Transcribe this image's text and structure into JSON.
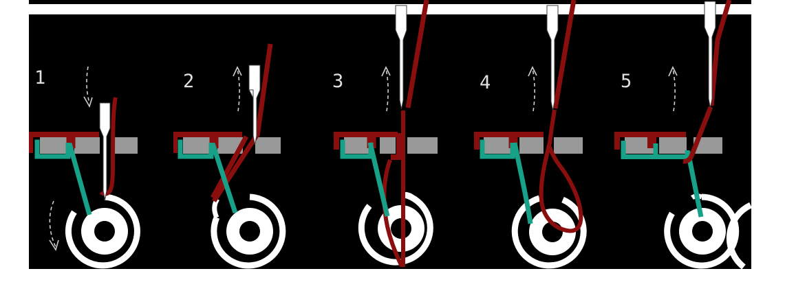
{
  "diagram": {
    "type": "filmstrip",
    "subject": "lockstitch stitch formation cycle",
    "background": "#000000",
    "page_background": "#ffffff",
    "colors": {
      "background": "#000000",
      "page_background": "#ffffff",
      "needle_thread": "#8B0E0E",
      "bobbin_thread": "#18A189",
      "fabric": "#999999",
      "needle_fill": "#ffffff",
      "needle_outline": "#3a3a3a",
      "hook_white": "#ffffff",
      "arrow": "#cfcfcf",
      "label": "#e0e0e0"
    },
    "panels": [
      {
        "label": "1",
        "arrow_direction": "down",
        "extra_arrow": "rotation-down"
      },
      {
        "label": "2",
        "arrow_direction": "up"
      },
      {
        "label": "3",
        "arrow_direction": "up"
      },
      {
        "label": "4",
        "arrow_direction": "up"
      },
      {
        "label": "5",
        "arrow_direction": "up"
      }
    ]
  }
}
